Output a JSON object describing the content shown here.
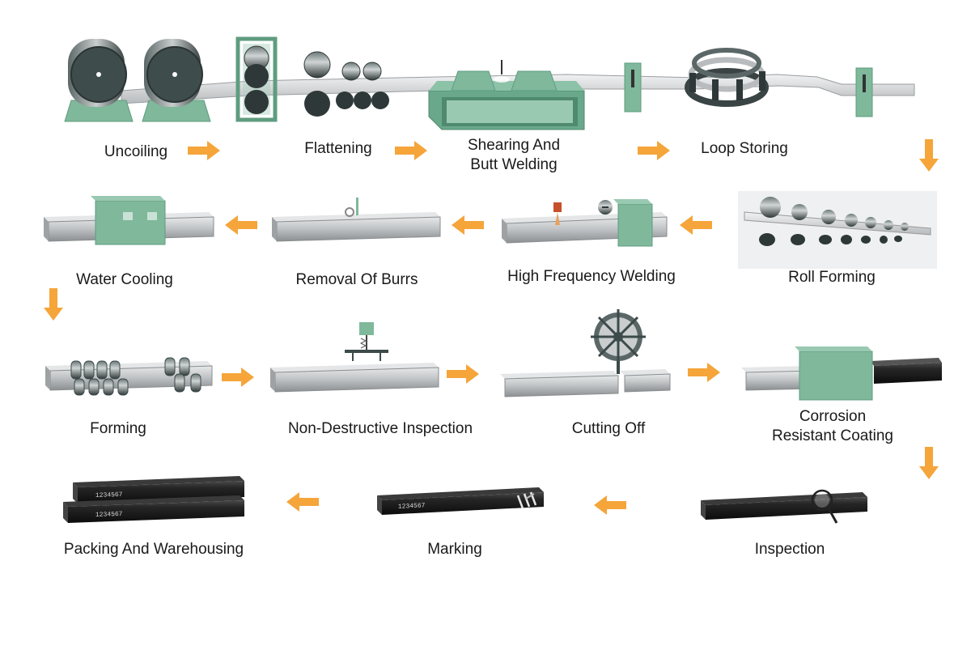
{
  "colors": {
    "arrow": "#f5a53a",
    "machine": "#7fb89a",
    "machine_dark": "#5f9c80",
    "roll": "#3c4a4a",
    "steel": "#b9bcbe",
    "coated": "#1c1c1c"
  },
  "steps": {
    "uncoiling": "Uncoiling",
    "flattening": "Flattening",
    "shearing_line1": "Shearing And",
    "shearing_line2": "Butt Welding",
    "loop_storing": "Loop Storing",
    "roll_forming": "Roll Forming",
    "hf_welding": "High Frequency Welding",
    "removal_burrs": "Removal Of Burrs",
    "water_cooling": "Water Cooling",
    "forming": "Forming",
    "ndi": "Non-Destructive Inspection",
    "cutting_off": "Cutting Off",
    "coating_line1": "Corrosion",
    "coating_line2": "Resistant Coating",
    "inspection": "Inspection",
    "marking": "Marking",
    "packing": "Packing And Warehousing"
  },
  "pipe_marking": "1234567",
  "arrows": [
    "right",
    "right",
    "right",
    "down",
    "left",
    "left",
    "left",
    "down",
    "right",
    "right",
    "right",
    "down",
    "left",
    "left"
  ]
}
